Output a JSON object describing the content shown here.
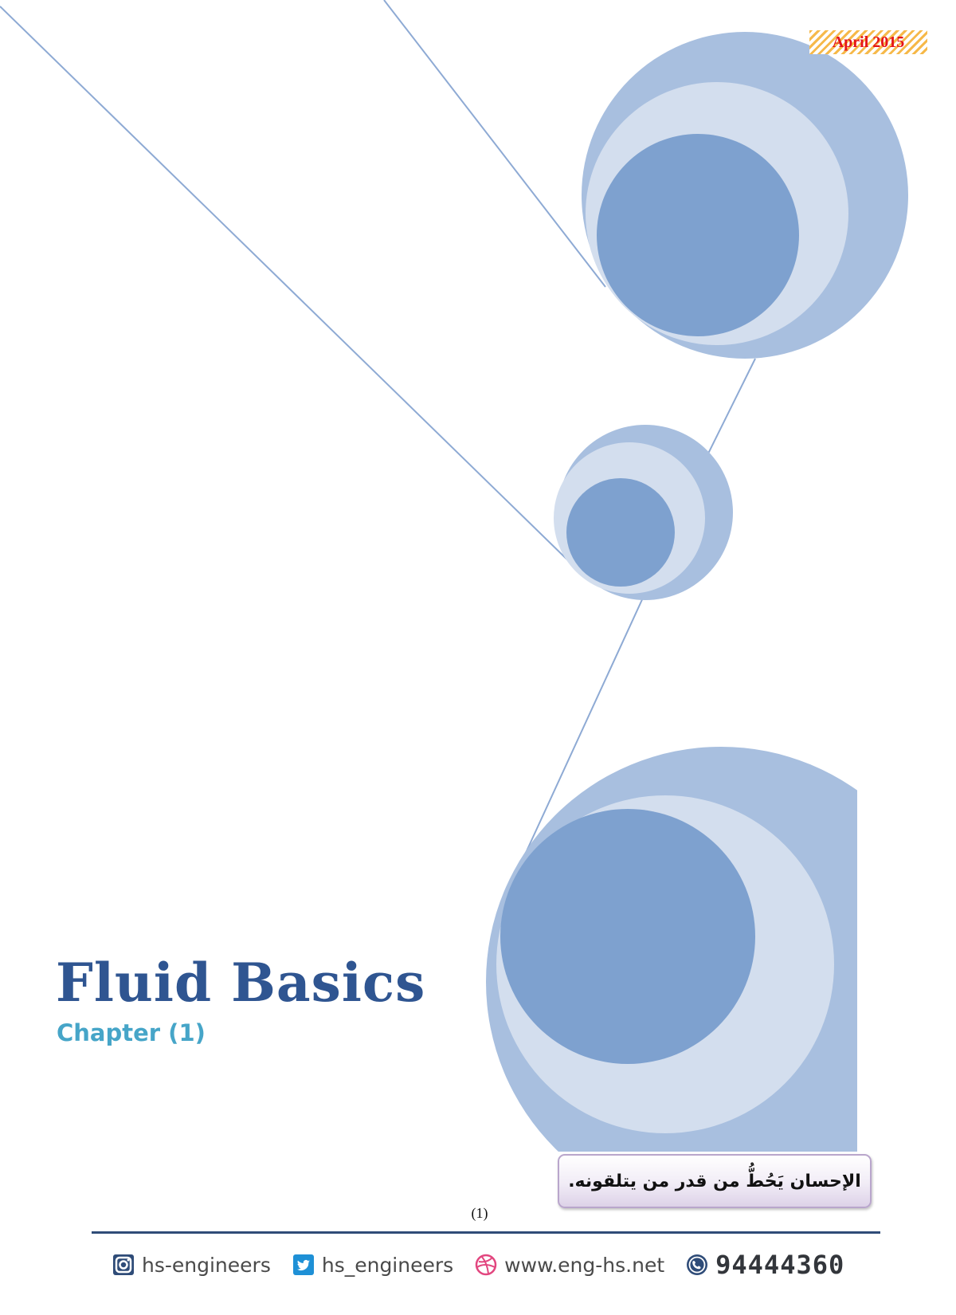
{
  "header": {
    "date": "April 2015"
  },
  "cover": {
    "title": "Fluid Basics",
    "subtitle": "Chapter (1)"
  },
  "quote": {
    "text": "الإحسان يَحُطُّ من قدر من يتلقونه."
  },
  "page_number": "(1)",
  "footer": {
    "instagram": "hs-engineers",
    "twitter": "hs_engineers",
    "website": "www.eng-hs.net",
    "phone": "94444360"
  },
  "colors": {
    "title": "#2f5591",
    "subtitle": "#46a5c8",
    "date_text": "#e5141a",
    "circle_outer": "#a8bfdf",
    "circle_middle": "#d3deee",
    "circle_inner": "#7ea1cf",
    "rule": "#2f4c78"
  }
}
